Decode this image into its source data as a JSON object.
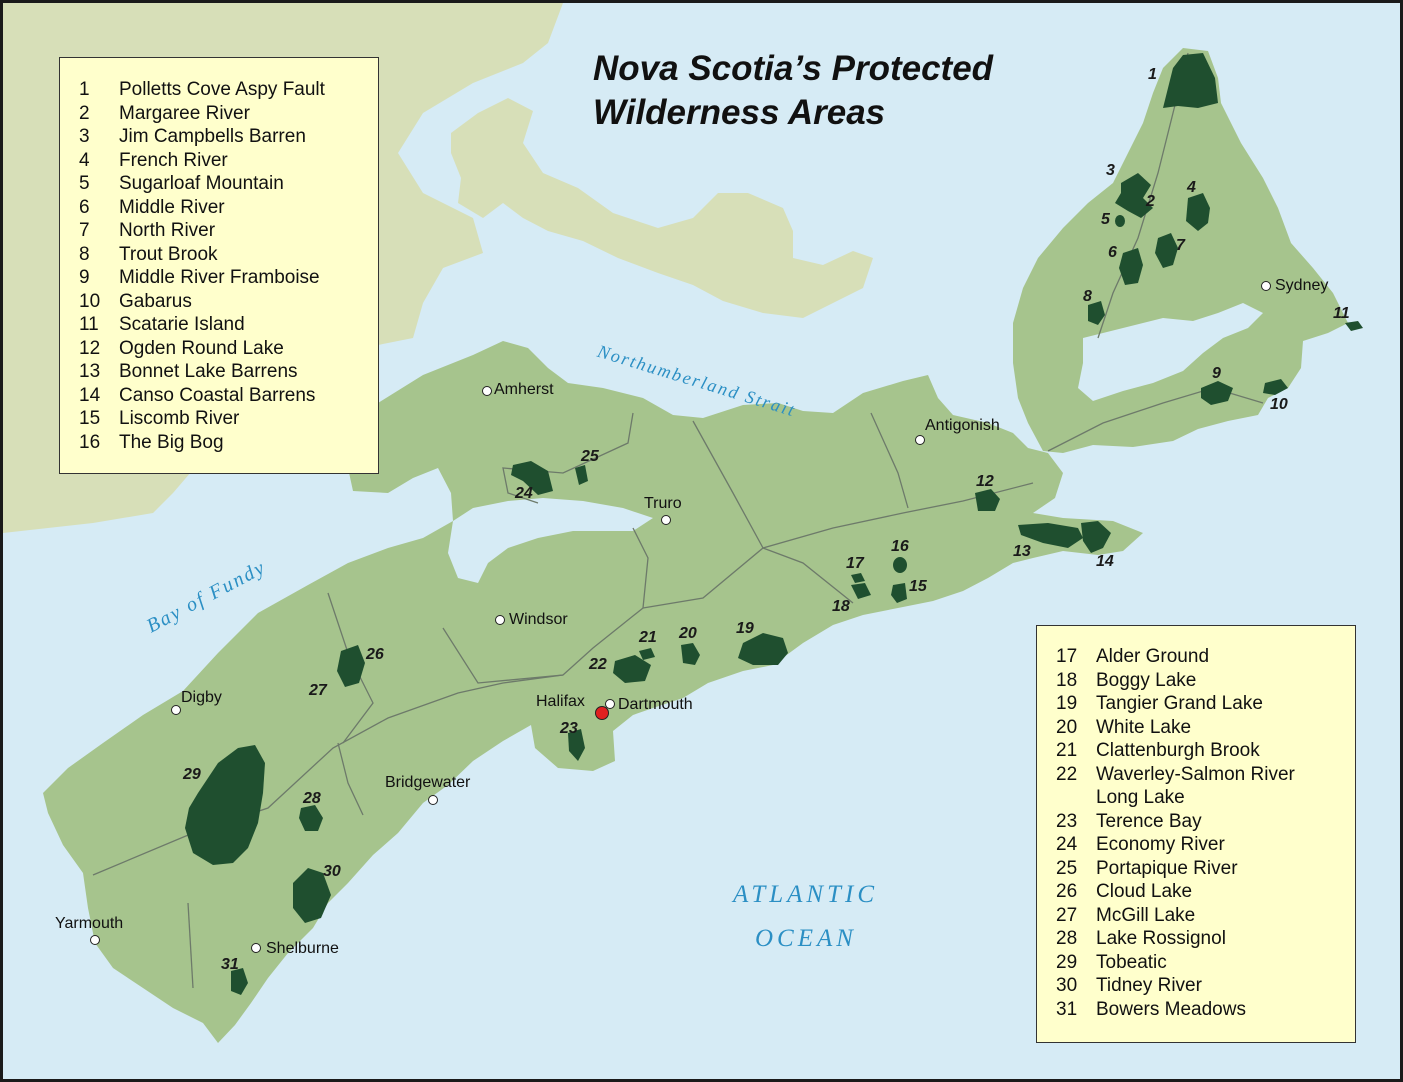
{
  "title": {
    "line1": "Nova Scotia’s Protected",
    "line2": "Wilderness Areas"
  },
  "colors": {
    "water": "#d6ebf5",
    "land": "#a6c48d",
    "neighbour_land": "#d7dfb8",
    "protected_area": "#1f4f2f",
    "legend_bg": "#ffffcc",
    "water_label": "#2b8fc4",
    "capital": "#e02020"
  },
  "legend_left": [
    {
      "num": "1",
      "name": "Polletts Cove Aspy Fault"
    },
    {
      "num": "2",
      "name": "Margaree River"
    },
    {
      "num": "3",
      "name": "Jim Campbells Barren"
    },
    {
      "num": "4",
      "name": "French River"
    },
    {
      "num": "5",
      "name": "Sugarloaf Mountain"
    },
    {
      "num": "6",
      "name": "Middle River"
    },
    {
      "num": "7",
      "name": "North River"
    },
    {
      "num": "8",
      "name": "Trout Brook"
    },
    {
      "num": "9",
      "name": "Middle River Framboise"
    },
    {
      "num": "10",
      "name": "Gabarus"
    },
    {
      "num": "11",
      "name": "Scatarie Island"
    },
    {
      "num": "12",
      "name": "Ogden Round Lake"
    },
    {
      "num": "13",
      "name": "Bonnet Lake Barrens"
    },
    {
      "num": "14",
      "name": "Canso Coastal Barrens"
    },
    {
      "num": "15",
      "name": "Liscomb River"
    },
    {
      "num": "16",
      "name": "The Big Bog"
    }
  ],
  "legend_right": [
    {
      "num": "17",
      "name": "Alder Ground"
    },
    {
      "num": "18",
      "name": "Boggy Lake"
    },
    {
      "num": "19",
      "name": "Tangier Grand Lake"
    },
    {
      "num": "20",
      "name": "White Lake"
    },
    {
      "num": "21",
      "name": "Clattenburgh Brook"
    },
    {
      "num": "22",
      "name": "Waverley-Salmon River"
    },
    {
      "num": "",
      "name": "Long Lake"
    },
    {
      "num": "23",
      "name": "Terence Bay"
    },
    {
      "num": "24",
      "name": "Economy River"
    },
    {
      "num": "25",
      "name": "Portapique River"
    },
    {
      "num": "26",
      "name": "Cloud Lake"
    },
    {
      "num": "27",
      "name": "McGill Lake"
    },
    {
      "num": "28",
      "name": "Lake Rossignol"
    },
    {
      "num": "29",
      "name": "Tobeatic"
    },
    {
      "num": "30",
      "name": "Tidney River"
    },
    {
      "num": "31",
      "name": "Bowers Meadows"
    }
  ],
  "water_labels": {
    "northumberland": "Northumberland Strait",
    "fundy": "Bay of Fundy",
    "atlantic1": "ATLANTIC",
    "atlantic2": "OCEAN"
  },
  "places": {
    "amherst": "Amherst",
    "truro": "Truro",
    "antigonish": "Antigonish",
    "sydney": "Sydney",
    "windsor": "Windsor",
    "digby": "Digby",
    "halifax": "Halifax",
    "dartmouth": "Dartmouth",
    "bridgewater": "Bridgewater",
    "yarmouth": "Yarmouth",
    "shelburne": "Shelburne"
  },
  "area_labels": {
    "a1": "1",
    "a2": "2",
    "a3": "3",
    "a4": "4",
    "a5": "5",
    "a6": "6",
    "a7": "7",
    "a8": "8",
    "a9": "9",
    "a10": "10",
    "a11": "11",
    "a12": "12",
    "a13": "13",
    "a14": "14",
    "a15": "15",
    "a16": "16",
    "a17": "17",
    "a18": "18",
    "a19": "19",
    "a20": "20",
    "a21": "21",
    "a22": "22",
    "a23": "23",
    "a24": "24",
    "a25": "25",
    "a26": "26",
    "a27": "27",
    "a28": "28",
    "a29": "29",
    "a30": "30",
    "a31": "31"
  }
}
